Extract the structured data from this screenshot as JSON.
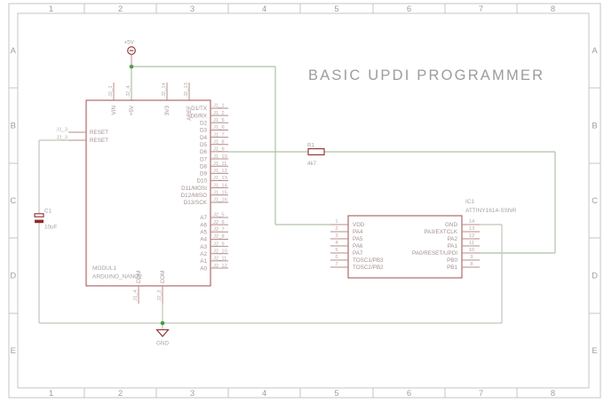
{
  "title": "BASIC UPDI PROGRAMMER",
  "frame": {
    "columns": [
      "1",
      "2",
      "3",
      "4",
      "5",
      "6",
      "7",
      "8"
    ],
    "rows": [
      "A",
      "B",
      "C",
      "D",
      "E"
    ]
  },
  "power": {
    "plus5v": "+5V",
    "gnd": "GND"
  },
  "arduino": {
    "name": "MODUL1",
    "value": "ARDUINO_NANO2",
    "top_pins": [
      {
        "name": "VIN",
        "label": "J2_1"
      },
      {
        "name": "+5V",
        "label": "J2_4"
      },
      {
        "name": "3V3",
        "label": "J2_14"
      },
      {
        "name": "AREF",
        "label": "J2_13"
      }
    ],
    "left_pins": [
      {
        "name": "RESET",
        "label": "J1_3"
      },
      {
        "name": "RESET",
        "label": "J2_3"
      }
    ],
    "bottom_pins": [
      {
        "name": "COM",
        "label": "J1_4"
      },
      {
        "name": "COM",
        "label": "J2_2"
      }
    ],
    "digital_pins": [
      {
        "name": "D1/TX",
        "label": "J1_1"
      },
      {
        "name": "D0/RX",
        "label": "J1_2"
      },
      {
        "name": "D2",
        "label": "J1_5"
      },
      {
        "name": "D3",
        "label": "J1_6"
      },
      {
        "name": "D4",
        "label": "J1_7"
      },
      {
        "name": "D5",
        "label": "J1_8"
      },
      {
        "name": "D6",
        "label": "J1_9"
      },
      {
        "name": "D7",
        "label": "J1_10"
      },
      {
        "name": "D8",
        "label": "J1_11"
      },
      {
        "name": "D9",
        "label": "J1_12"
      },
      {
        "name": "D10",
        "label": "J1_13"
      },
      {
        "name": "D11/MOSI",
        "label": "J1_14"
      },
      {
        "name": "D12/MISO",
        "label": "J1_15"
      },
      {
        "name": "D13/SCK",
        "label": "J1_16"
      }
    ],
    "analog_pins": [
      {
        "name": "A7",
        "label": "J2_5"
      },
      {
        "name": "A6",
        "label": "J2_6"
      },
      {
        "name": "A5",
        "label": "J2_7"
      },
      {
        "name": "A4",
        "label": "J2_8"
      },
      {
        "name": "A3",
        "label": "J2_9"
      },
      {
        "name": "A2",
        "label": "J2_10"
      },
      {
        "name": "A1",
        "label": "J2_11"
      },
      {
        "name": "A0",
        "label": "J2_12"
      }
    ]
  },
  "ic": {
    "name": "IC1",
    "value": "ATTINY1614-SSNR",
    "left_pins": [
      {
        "num": "1",
        "name": "VDD"
      },
      {
        "num": "2",
        "name": "PA4"
      },
      {
        "num": "3",
        "name": "PA5"
      },
      {
        "num": "4",
        "name": "PA6"
      },
      {
        "num": "5",
        "name": "PA7"
      },
      {
        "num": "6",
        "name": "TOSC1/PB3"
      },
      {
        "num": "7",
        "name": "TOSC2/PB2"
      }
    ],
    "right_pins": [
      {
        "num": "14",
        "name": "GND"
      },
      {
        "num": "13",
        "name": "PA3/EXTCLK"
      },
      {
        "num": "12",
        "name": "PA2"
      },
      {
        "num": "11",
        "name": "PA1"
      },
      {
        "num": "10",
        "name": "PA0/RESET/UPDI"
      },
      {
        "num": "9",
        "name": "PB0"
      },
      {
        "num": "8",
        "name": "PB1"
      }
    ]
  },
  "resistor": {
    "name": "R1",
    "value": "4k7"
  },
  "capacitor": {
    "name": "C1",
    "value": "10uF"
  },
  "colors": {
    "symbol_red": "#8f2a2a",
    "body_red": "#a55c5c",
    "wire_green": "#afc0a8",
    "gnd_rail": "#c3c5b7",
    "junction_green": "#3f9e3f",
    "text_grey": "#a8a2a2"
  }
}
